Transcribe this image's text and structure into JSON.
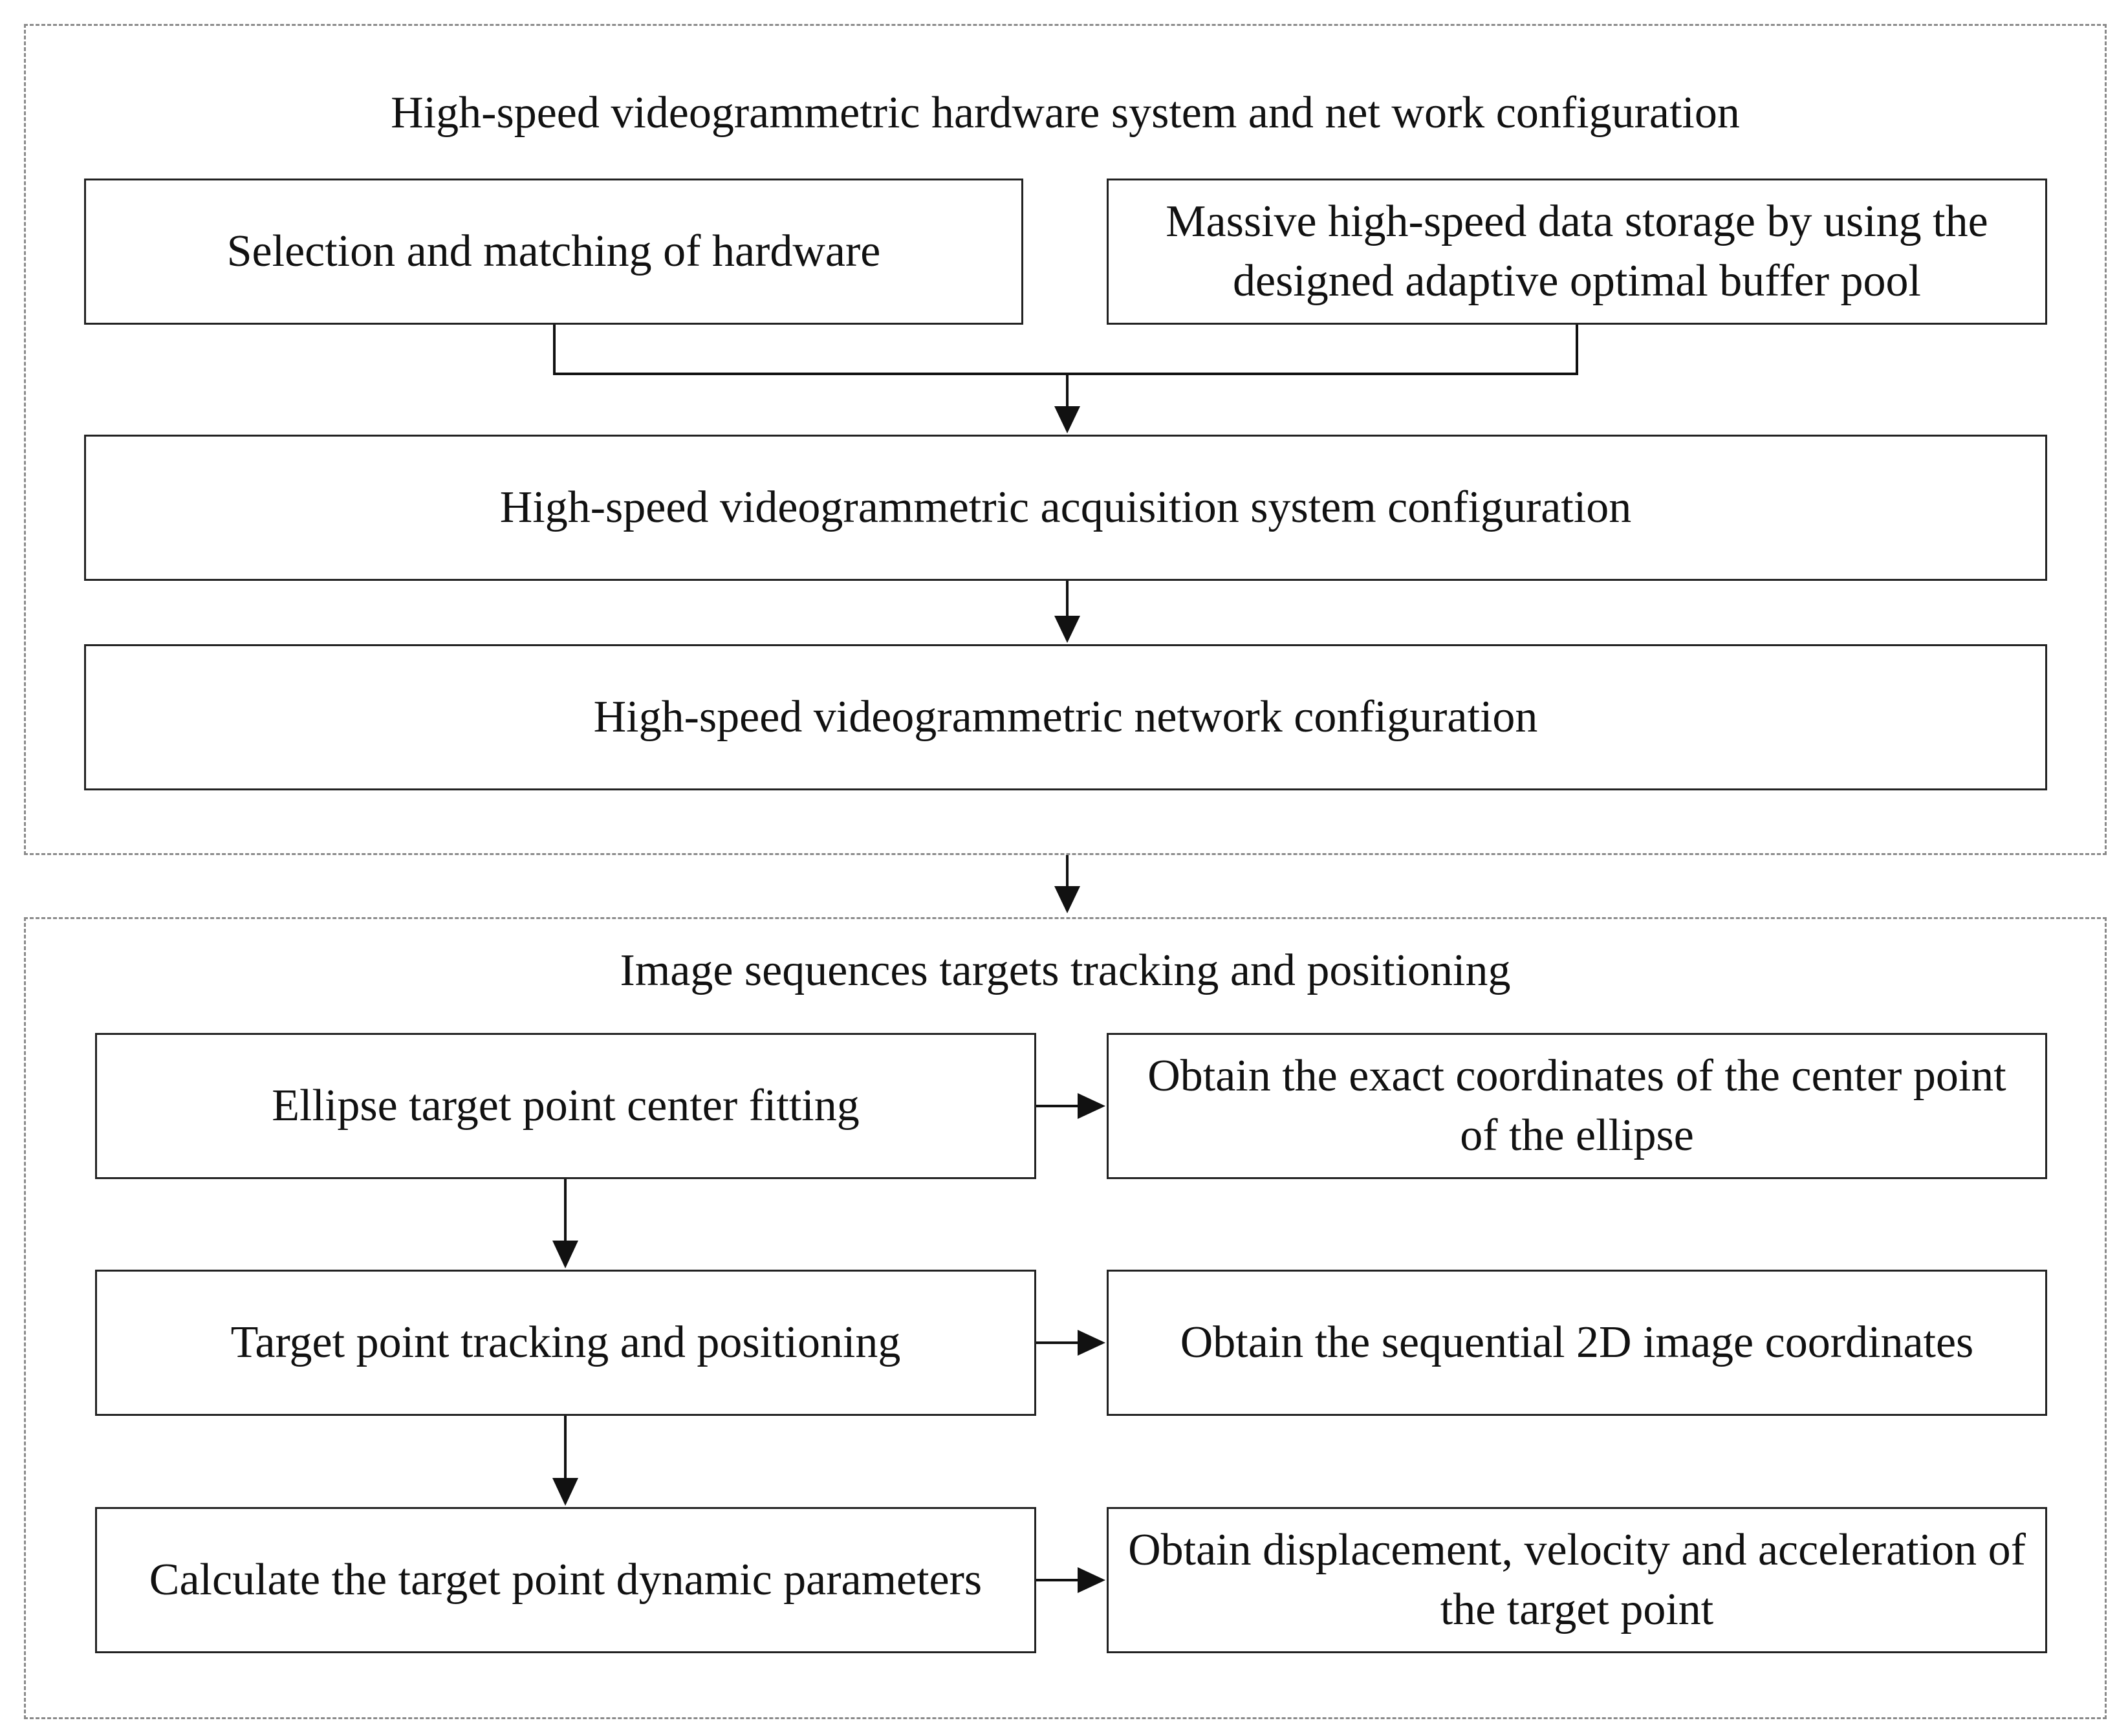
{
  "section1": {
    "title": "High-speed videogrammetric hardware system and net work configuration",
    "box_selection": "Selection and matching of hardware",
    "box_storage": "Massive high-speed data storage by using the designed adaptive optimal buffer pool",
    "box_acquisition": "High-speed videogrammetric acquisition system configuration",
    "box_network": "High-speed videogrammetric network configuration"
  },
  "section2": {
    "title": "Image sequences targets tracking and positioning",
    "box_ellipse": "Ellipse target point center fitting",
    "box_ellipse_result": "Obtain the exact coordinates of the center point of the ellipse",
    "box_tracking": "Target point tracking and positioning",
    "box_tracking_result": "Obtain the sequential 2D image coordinates",
    "box_dynamic": "Calculate the target point dynamic parameters",
    "box_dynamic_result": "Obtain displacement, velocity and acceleration of the target point"
  }
}
